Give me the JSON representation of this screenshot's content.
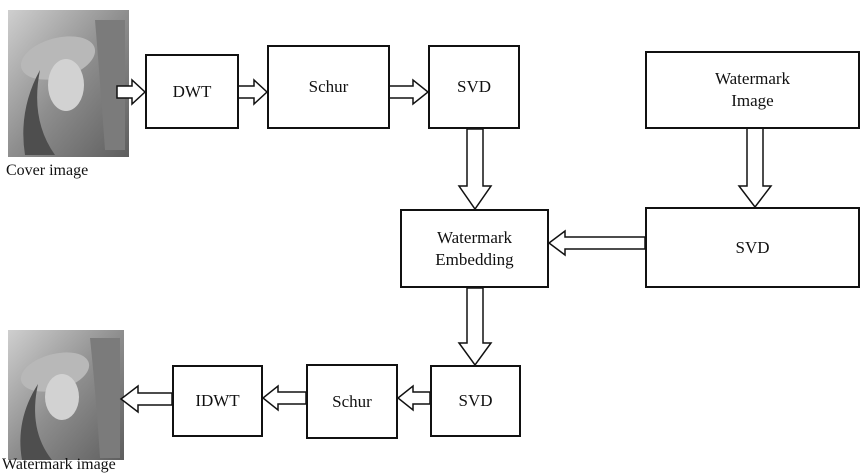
{
  "captions": {
    "cover_image": "Cover image",
    "watermarked_image": "Watermark image"
  },
  "blocks": {
    "dwt": "DWT",
    "schur_top": "Schur",
    "svd_top": "SVD",
    "watermark_image_line1": "Watermark",
    "watermark_image_line2": "Image",
    "svd_right": "SVD",
    "embedding_line1": "Watermark",
    "embedding_line2": "Embedding",
    "svd_bottom": "SVD",
    "schur_bottom": "Schur",
    "idwt": "IDWT"
  },
  "colors": {
    "stroke": "#111111",
    "photo_tone": "#9a9a9a"
  }
}
